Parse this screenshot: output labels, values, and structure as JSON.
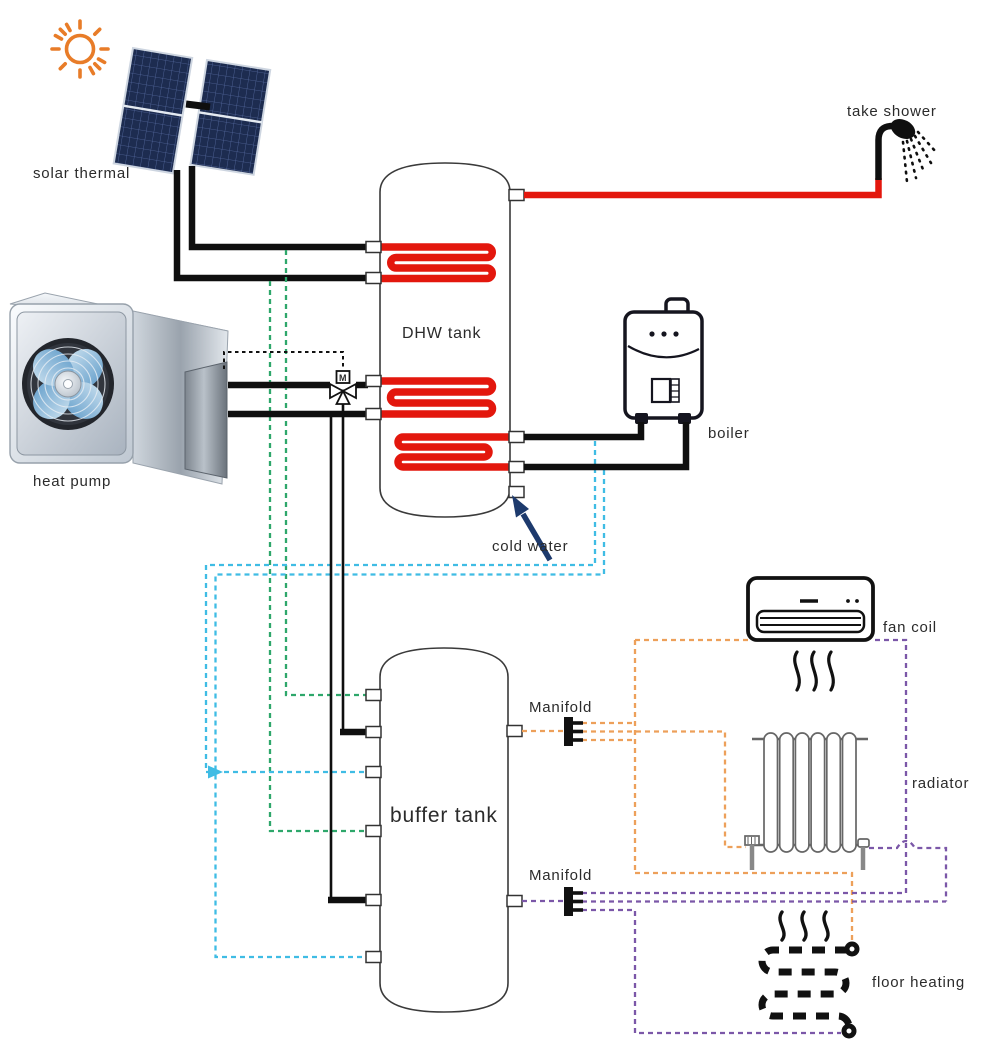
{
  "labels": {
    "solar_thermal": "solar thermal",
    "heat_pump": "heat pump",
    "dhw_tank": "DHW tank",
    "boiler": "boiler",
    "take_shower": "take shower",
    "cold_water": "cold water",
    "buffer_tank": "buffer tank",
    "manifold_1": "Manifold",
    "manifold_2": "Manifold",
    "fan_coil": "fan coil",
    "radiator": "radiator",
    "floor_heating": "floor heating"
  },
  "valve": {
    "label": "M"
  },
  "colors": {
    "pipe_black": "#0f0f0f",
    "hot_water_red": "#e3170d",
    "solar_buffer_green": "#2ea76b",
    "buffer_return_cyan": "#3fbce4",
    "heating_loop1_orange": "#eda05a",
    "heating_loop2_purple": "#7b57a8",
    "cold_water_navy": "#1d3a6d",
    "sun_orange": "#e87c28",
    "control_line_black": "#111111"
  }
}
